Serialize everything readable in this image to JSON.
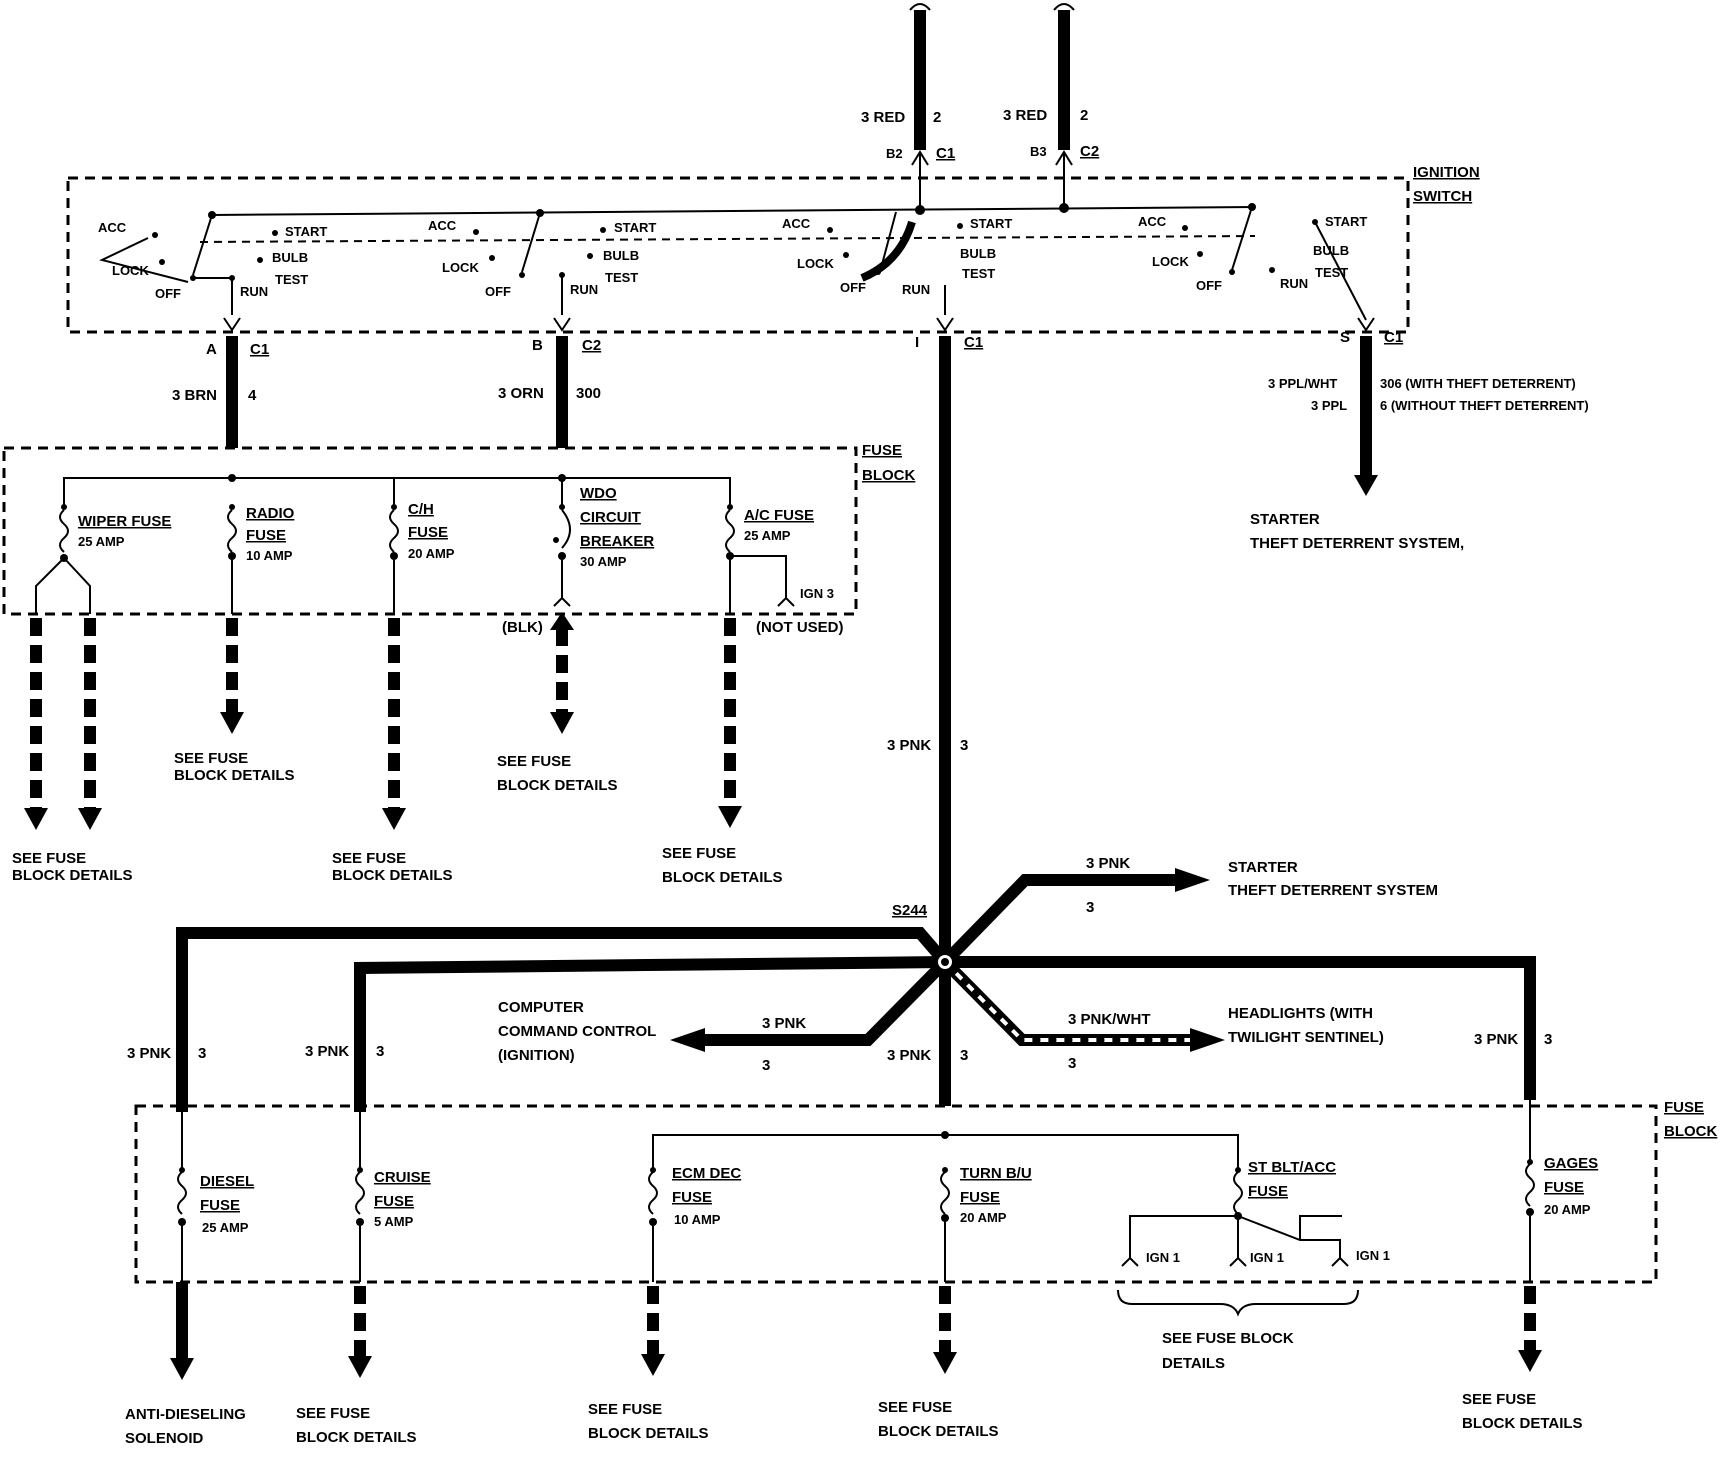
{
  "ignition_switch": {
    "title_line1": "IGNITION",
    "title_line2": "SWITCH",
    "acc": "ACC",
    "lock": "LOCK",
    "off": "OFF",
    "run": "RUN",
    "start": "START",
    "bulb": "BULB",
    "test": "TEST"
  },
  "top_feeds": [
    {
      "wire": "3 RED",
      "circuit": "2",
      "cavity": "B2",
      "connector": "C1"
    },
    {
      "wire": "3 RED",
      "circuit": "2",
      "cavity": "B3",
      "connector": "C2"
    }
  ],
  "outputs": {
    "a": {
      "cavity": "A",
      "connector": "C1",
      "wire": "3 BRN",
      "circuit": "4"
    },
    "b": {
      "cavity": "B",
      "connector": "C2",
      "wire": "3 ORN",
      "circuit": "300"
    },
    "i": {
      "cavity": "I",
      "connector": "C1",
      "wire": "3 PNK",
      "circuit": "3"
    },
    "s": {
      "cavity": "S",
      "connector": "C1",
      "wire1": "3 PPL/WHT",
      "circuit1": "306 (WITH THEFT DETERRENT)",
      "wire2": "3 PPL",
      "circuit2": "6 (WITHOUT THEFT DETERRENT)",
      "dest1": "STARTER",
      "dest2": "THEFT DETERRENT SYSTEM,"
    }
  },
  "upper_fuse_block": {
    "title1": "FUSE",
    "title2": "BLOCK",
    "wiper": {
      "name": "WIPER FUSE",
      "amp": "25 AMP"
    },
    "radio": {
      "name1": "RADIO",
      "name2": "FUSE",
      "amp": "10 AMP"
    },
    "ch": {
      "name1": "C/H",
      "name2": "FUSE",
      "amp": "20 AMP"
    },
    "wdo": {
      "name1": "WDO",
      "name2": "CIRCUIT",
      "name3": "BREAKER",
      "amp": "30 AMP"
    },
    "ac": {
      "name": "A/C FUSE",
      "amp": "25 AMP"
    },
    "ign3": "IGN 3",
    "blk": "(BLK)",
    "not_used": "(NOT USED)"
  },
  "see1": "SEE FUSE",
  "see2": "BLOCK DETAILS",
  "splice": "S244",
  "branches": {
    "starter_wire": "3 PNK",
    "starter_circuit": "3",
    "starter1": "STARTER",
    "starter2": "THEFT DETERRENT SYSTEM",
    "ccc_wire": "3 PNK",
    "ccc_circuit": "3",
    "ccc1": "COMPUTER",
    "ccc2": "COMMAND CONTROL",
    "ccc3": "(IGNITION)",
    "hl_wire": "3 PNK/WHT",
    "hl_circuit": "3",
    "hl1": "HEADLIGHTS (WITH",
    "hl2": "TWILIGHT SENTINEL)",
    "pnk": "3 PNK",
    "c3": "3"
  },
  "lower_fuse_block": {
    "title1": "FUSE",
    "title2": "BLOCK",
    "diesel": {
      "name1": "DIESEL",
      "name2": "FUSE",
      "amp": "25 AMP"
    },
    "cruise": {
      "name1": "CRUISE",
      "name2": "FUSE",
      "amp": "5 AMP"
    },
    "ecm": {
      "name1": "ECM DEC",
      "name2": "FUSE",
      "amp": "10 AMP"
    },
    "turn": {
      "name1": "TURN B/U",
      "name2": "FUSE",
      "amp": "20 AMP"
    },
    "stblt": {
      "name1": "ST BLT/ACC",
      "name2": "FUSE"
    },
    "gages": {
      "name1": "GAGES",
      "name2": "FUSE",
      "amp": "20 AMP"
    },
    "ign1": "IGN 1"
  },
  "anti1": "ANTI-DIESELING",
  "anti2": "SOLENOID",
  "see_fuse_block": "SEE FUSE BLOCK",
  "details": "DETAILS"
}
